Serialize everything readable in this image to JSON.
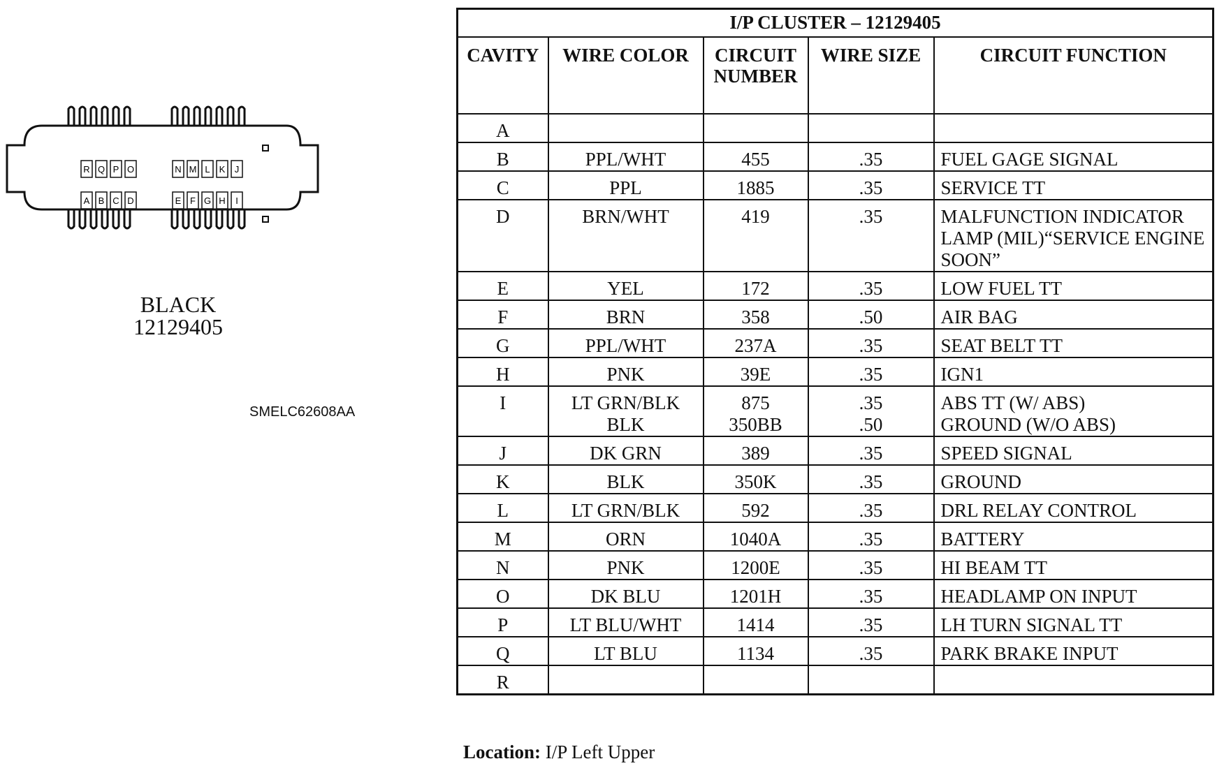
{
  "connector": {
    "color_label": "BLACK",
    "part_number": "12129405",
    "figure_id": "SMELC62608AA",
    "top_row_pins": [
      "R",
      "Q",
      "P",
      "O",
      "N",
      "M",
      "L",
      "K",
      "J"
    ],
    "bottom_row_pins": [
      "A",
      "B",
      "C",
      "D",
      "E",
      "F",
      "G",
      "H",
      "I"
    ]
  },
  "table": {
    "title": "I/P CLUSTER – 12129405",
    "headers": [
      "CAVITY",
      "WIRE COLOR",
      "CIRCUIT NUMBER",
      "WIRE SIZE",
      "CIRCUIT FUNCTION"
    ],
    "rows": [
      {
        "cavity": "A",
        "color": "",
        "circuit": "",
        "size": "",
        "function": ""
      },
      {
        "cavity": "B",
        "color": "PPL/WHT",
        "circuit": "455",
        "size": ".35",
        "function": "FUEL GAGE SIGNAL"
      },
      {
        "cavity": "C",
        "color": "PPL",
        "circuit": "1885",
        "size": ".35",
        "function": "SERVICE TT"
      },
      {
        "cavity": "D",
        "color": "BRN/WHT",
        "circuit": "419",
        "size": ".35",
        "function": "MALFUNCTION INDICATOR LAMP (MIL)“SERVICE ENGINE SOON”"
      },
      {
        "cavity": "E",
        "color": "YEL",
        "circuit": "172",
        "size": ".35",
        "function": "LOW FUEL TT"
      },
      {
        "cavity": "F",
        "color": "BRN",
        "circuit": "358",
        "size": ".50",
        "function": "AIR BAG"
      },
      {
        "cavity": "G",
        "color": "PPL/WHT",
        "circuit": "237A",
        "size": ".35",
        "function": "SEAT BELT TT"
      },
      {
        "cavity": "H",
        "color": "PNK",
        "circuit": "39E",
        "size": ".35",
        "function": "IGN1"
      },
      {
        "cavity": "I",
        "color": "LT GRN/BLK\nBLK",
        "circuit": "875\n350BB",
        "size": ".35\n.50",
        "function": "ABS TT (W/ ABS)\nGROUND (W/O ABS)"
      },
      {
        "cavity": "J",
        "color": "DK GRN",
        "circuit": "389",
        "size": ".35",
        "function": "SPEED SIGNAL"
      },
      {
        "cavity": "K",
        "color": "BLK",
        "circuit": "350K",
        "size": ".35",
        "function": "GROUND"
      },
      {
        "cavity": "L",
        "color": "LT GRN/BLK",
        "circuit": "592",
        "size": ".35",
        "function": "DRL RELAY CONTROL"
      },
      {
        "cavity": "M",
        "color": "ORN",
        "circuit": "1040A",
        "size": ".35",
        "function": "BATTERY"
      },
      {
        "cavity": "N",
        "color": "PNK",
        "circuit": "1200E",
        "size": ".35",
        "function": "HI BEAM TT"
      },
      {
        "cavity": "O",
        "color": "DK BLU",
        "circuit": "1201H",
        "size": ".35",
        "function": "HEADLAMP ON INPUT"
      },
      {
        "cavity": "P",
        "color": "LT BLU/WHT",
        "circuit": "1414",
        "size": ".35",
        "function": "LH TURN SIGNAL TT"
      },
      {
        "cavity": "Q",
        "color": "LT BLU",
        "circuit": "1134",
        "size": ".35",
        "function": "PARK BRAKE INPUT"
      },
      {
        "cavity": "R",
        "color": "",
        "circuit": "",
        "size": "",
        "function": ""
      }
    ]
  },
  "location": {
    "label": "Location:",
    "value": "I/P Left Upper"
  }
}
